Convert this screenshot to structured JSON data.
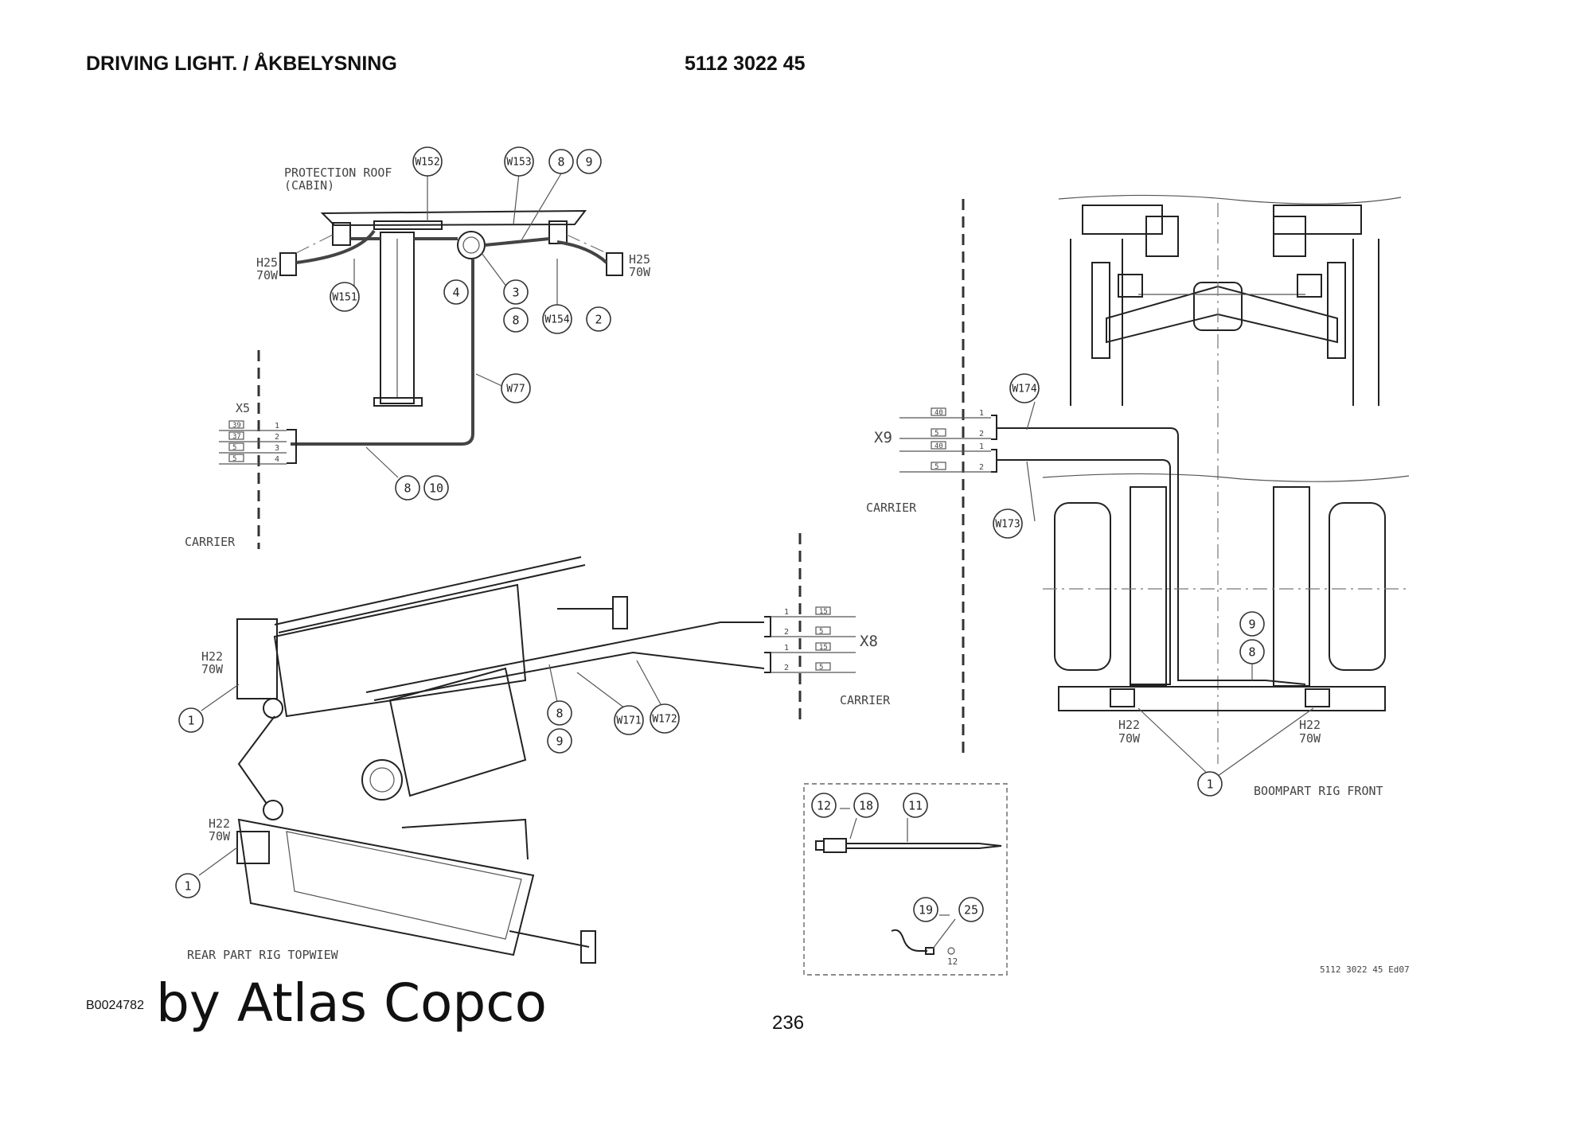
{
  "header": {
    "title": "DRIVING LIGHT. / ÅKBELYSNING",
    "part_number": "5112 3022 45"
  },
  "footer": {
    "page": "236",
    "image_id": "B0024782",
    "brand": "by Atlas Copco",
    "edition": "5112 3022 45 Ed07"
  },
  "labels": {
    "protection_roof": "PROTECTION ROOF",
    "cabin": "(CABIN)",
    "h25": "H25",
    "h22": "H22",
    "w70": "70W",
    "x5": "X5",
    "x8": "X8",
    "x9": "X9",
    "carrier": "CARRIER",
    "rear_part": "REAR PART RIG TOPWIEW",
    "boompart": "BOOMPART RIG FRONT"
  },
  "wires": {
    "w152": "W152",
    "w153": "W153",
    "w151": "W151",
    "w154": "W154",
    "w77": "W77",
    "w171": "W171",
    "w172": "W172",
    "w173": "W173",
    "w174": "W174"
  },
  "items": {
    "n1": "1",
    "n2": "2",
    "n3": "3",
    "n4": "4",
    "n8": "8",
    "n9": "9",
    "n10": "10",
    "n11": "11",
    "n12": "12",
    "n18": "18",
    "n19": "19",
    "n25": "25"
  },
  "terminals": {
    "x5_wires": [
      "39",
      "37",
      "5",
      "5"
    ],
    "x5_pins": [
      "1",
      "2",
      "3",
      "4"
    ],
    "x9_wires": [
      "40",
      "5",
      "40",
      "5"
    ],
    "x8_wires": [
      "15",
      "5",
      "15",
      "5"
    ],
    "pin1": "1",
    "pin2": "2"
  },
  "kit": {
    "small_label": "12"
  }
}
